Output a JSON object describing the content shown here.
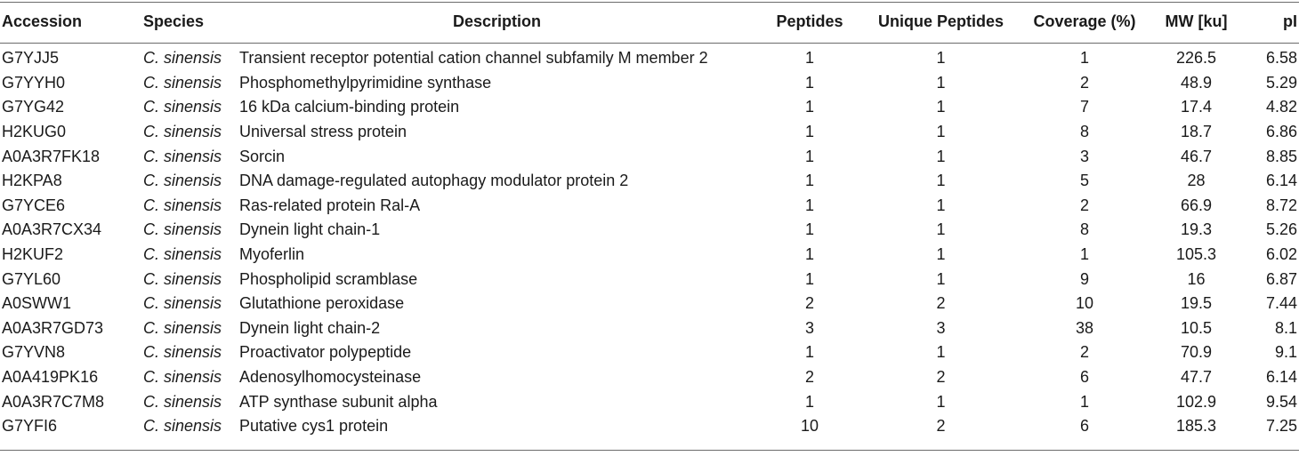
{
  "columns": [
    "Accession",
    "Species",
    "Description",
    "Peptides",
    "Unique Peptides",
    "Coverage (%)",
    "MW [ku]",
    "pI"
  ],
  "rows": [
    {
      "accession": "G7YJJ5",
      "species": "C. sinensis",
      "description": "Transient receptor potential cation channel subfamily M member 2",
      "peptides": "1",
      "unique": "1",
      "coverage": "1",
      "mw": "226.5",
      "pi": "6.58"
    },
    {
      "accession": "G7YYH0",
      "species": "C. sinensis",
      "description": "Phosphomethylpyrimidine synthase",
      "peptides": "1",
      "unique": "1",
      "coverage": "2",
      "mw": "48.9",
      "pi": "5.29"
    },
    {
      "accession": "G7YG42",
      "species": "C. sinensis",
      "description": "16 kDa calcium-binding protein",
      "peptides": "1",
      "unique": "1",
      "coverage": "7",
      "mw": "17.4",
      "pi": "4.82"
    },
    {
      "accession": "H2KUG0",
      "species": "C. sinensis",
      "description": "Universal stress protein",
      "peptides": "1",
      "unique": "1",
      "coverage": "8",
      "mw": "18.7",
      "pi": "6.86"
    },
    {
      "accession": "A0A3R7FK18",
      "species": "C. sinensis",
      "description": "Sorcin",
      "peptides": "1",
      "unique": "1",
      "coverage": "3",
      "mw": "46.7",
      "pi": "8.85"
    },
    {
      "accession": "H2KPA8",
      "species": "C. sinensis",
      "description": "DNA damage-regulated autophagy modulator protein 2",
      "peptides": "1",
      "unique": "1",
      "coverage": "5",
      "mw": "28",
      "pi": "6.14"
    },
    {
      "accession": "G7YCE6",
      "species": "C. sinensis",
      "description": "Ras-related protein Ral-A",
      "peptides": "1",
      "unique": "1",
      "coverage": "2",
      "mw": "66.9",
      "pi": "8.72"
    },
    {
      "accession": "A0A3R7CX34",
      "species": "C. sinensis",
      "description": "Dynein light chain-1",
      "peptides": "1",
      "unique": "1",
      "coverage": "8",
      "mw": "19.3",
      "pi": "5.26"
    },
    {
      "accession": "H2KUF2",
      "species": "C. sinensis",
      "description": "Myoferlin",
      "peptides": "1",
      "unique": "1",
      "coverage": "1",
      "mw": "105.3",
      "pi": "6.02"
    },
    {
      "accession": "G7YL60",
      "species": "C. sinensis",
      "description": "Phospholipid scramblase",
      "peptides": "1",
      "unique": "1",
      "coverage": "9",
      "mw": "16",
      "pi": "6.87"
    },
    {
      "accession": "A0SWW1",
      "species": "C. sinensis",
      "description": "Glutathione peroxidase",
      "peptides": "2",
      "unique": "2",
      "coverage": "10",
      "mw": "19.5",
      "pi": "7.44"
    },
    {
      "accession": "A0A3R7GD73",
      "species": "C. sinensis",
      "description": "Dynein light chain-2",
      "peptides": "3",
      "unique": "3",
      "coverage": "38",
      "mw": "10.5",
      "pi": "8.1"
    },
    {
      "accession": "G7YVN8",
      "species": "C. sinensis",
      "description": "Proactivator polypeptide",
      "peptides": "1",
      "unique": "1",
      "coverage": "2",
      "mw": "70.9",
      "pi": "9.1"
    },
    {
      "accession": "A0A419PK16",
      "species": "C. sinensis",
      "description": "Adenosylhomocysteinase",
      "peptides": "2",
      "unique": "2",
      "coverage": "6",
      "mw": "47.7",
      "pi": "6.14"
    },
    {
      "accession": "A0A3R7C7M8",
      "species": "C. sinensis",
      "description": "ATP synthase subunit alpha",
      "peptides": "1",
      "unique": "1",
      "coverage": "1",
      "mw": "102.9",
      "pi": "9.54"
    },
    {
      "accession": "G7YFI6",
      "species": "C. sinensis",
      "description": "Putative cys1 protein",
      "peptides": "10",
      "unique": "2",
      "coverage": "6",
      "mw": "185.3",
      "pi": "7.25"
    }
  ]
}
